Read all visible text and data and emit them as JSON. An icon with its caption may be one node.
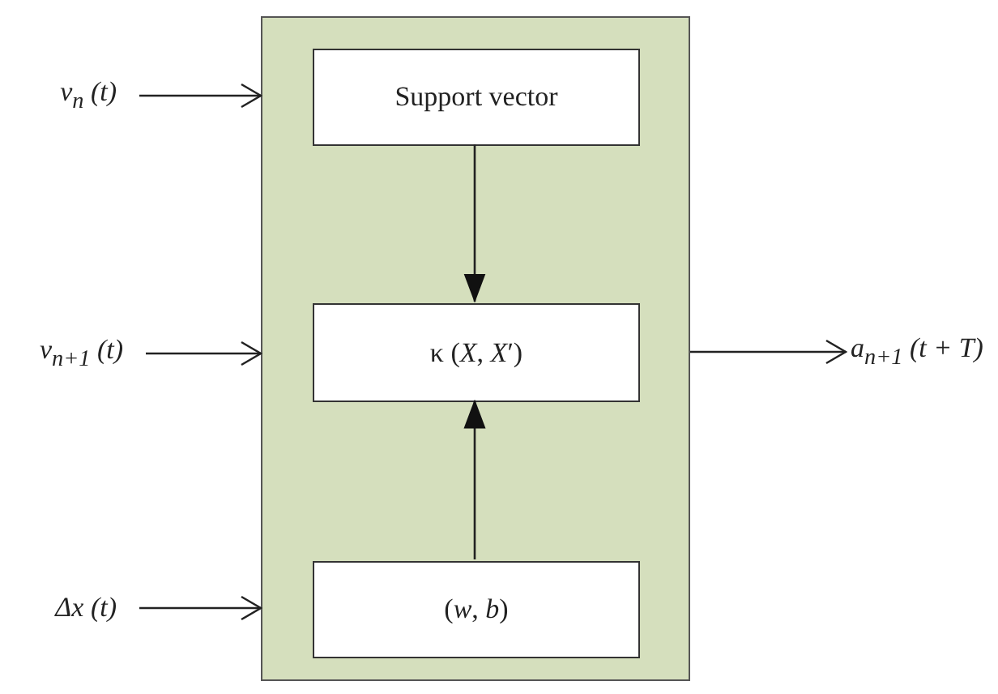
{
  "diagram": {
    "nodes": [
      {
        "text": [],
        "shape": "box"
      },
      {
        "text": [
          "Support vector"
        ],
        "in": 0
      },
      {
        "text": [
          "κ (*X*, *X*′)"
        ],
        "in": 0
      },
      {
        "text": [
          "(*w*, *b*)"
        ],
        "in": 0
      },
      {
        "text": [
          "v$_{n}$ (t)"
        ]
      },
      {
        "text": [
          "v$_{n+1}$ (t)"
        ]
      },
      {
        "text": [
          "Δx (t)"
        ]
      },
      {
        "text": [
          "a$_{n+1}$ (t + T)"
        ]
      }
    ],
    "edges": [
      {
        "from": 4,
        "to": 0,
        "arrow": "to"
      },
      {
        "from": 5,
        "to": 0,
        "arrow": "to"
      },
      {
        "from": 6,
        "to": 0,
        "arrow": "to"
      },
      {
        "from": 1,
        "to": 2,
        "arrow": "to"
      },
      {
        "from": 3,
        "to": 2,
        "arrow": "to"
      },
      {
        "from": 0,
        "to": 7,
        "arrow": "to"
      }
    ]
  }
}
